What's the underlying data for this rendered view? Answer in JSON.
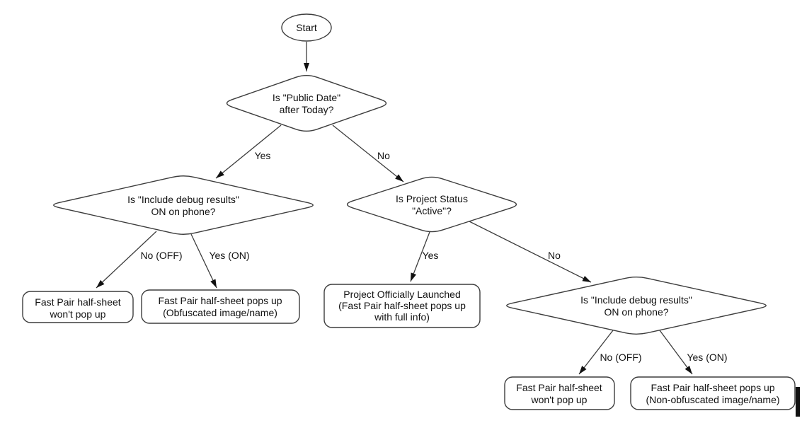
{
  "diagram": {
    "background": "#ffffff",
    "stroke_color": "#3d3d3d",
    "text_color": "#111111",
    "nodes": {
      "start": {
        "label": "Start"
      },
      "decision_public_date": {
        "line1": "Is \"Public Date\"",
        "line2": "after Today?"
      },
      "decision_debug_left": {
        "line1": "Is \"Include debug results\"",
        "line2": "ON on phone?"
      },
      "decision_project_status": {
        "line1": "Is Project Status",
        "line2": "\"Active\"?"
      },
      "decision_debug_right": {
        "line1": "Is \"Include debug results\"",
        "line2": "ON on phone?"
      },
      "result_wont_popup_left": {
        "line1": "Fast Pair half-sheet",
        "line2": "won't pop up"
      },
      "result_obfuscated": {
        "line1": "Fast Pair half-sheet pops up",
        "line2": "(Obfuscated image/name)"
      },
      "result_launched": {
        "line1": "Project Officially Launched",
        "line2": "(Fast Pair half-sheet pops up",
        "line3": "with full info)"
      },
      "result_wont_popup_right": {
        "line1": "Fast Pair half-sheet",
        "line2": "won't pop up"
      },
      "result_non_obfuscated": {
        "line1": "Fast Pair half-sheet pops up",
        "line2": "(Non-obfuscated image/name)"
      }
    },
    "edge_labels": {
      "yes_top": "Yes",
      "no_top": "No",
      "no_off_left": "No (OFF)",
      "yes_on_left": "Yes (ON)",
      "yes_mid": "Yes",
      "no_mid": "No",
      "no_off_right": "No (OFF)",
      "yes_on_right": "Yes (ON)"
    }
  }
}
